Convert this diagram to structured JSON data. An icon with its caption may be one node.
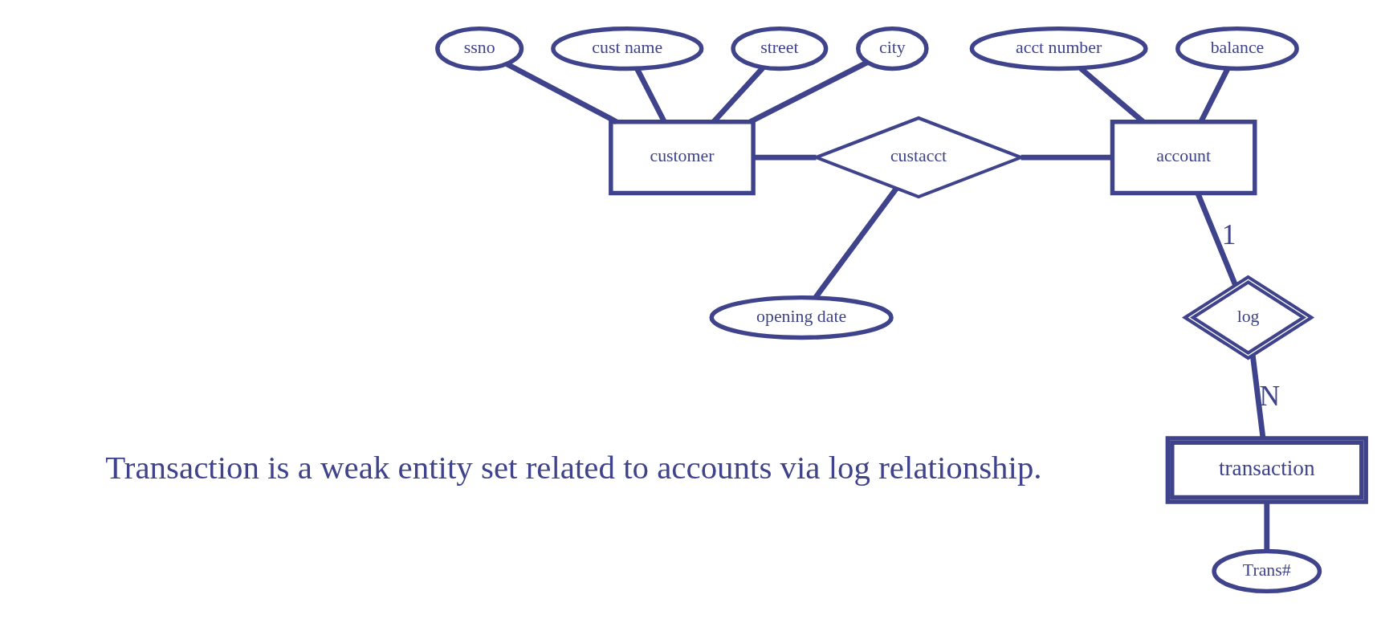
{
  "diagram": {
    "nodes": [
      {
        "text": [
          "ssno"
        ]
      },
      {
        "text": [
          "cust name"
        ]
      },
      {
        "text": [
          "street"
        ]
      },
      {
        "text": [
          "city"
        ]
      },
      {
        "text": [
          "acct number"
        ]
      },
      {
        "text": [
          "balance"
        ]
      },
      {
        "text": [
          "customer"
        ]
      },
      {
        "text": [
          "custacct"
        ]
      },
      {
        "text": [
          "account"
        ]
      },
      {
        "text": [
          "opening date"
        ]
      },
      {
        "text": [
          "log"
        ]
      },
      {
        "text": [
          "transaction"
        ]
      },
      {
        "text": [
          "Trans#"
        ]
      }
    ],
    "edges": [
      {
        "from": 0,
        "to": 6,
        "arrow": "none"
      },
      {
        "from": 1,
        "to": 6,
        "arrow": "none"
      },
      {
        "from": 2,
        "to": 6,
        "arrow": "none"
      },
      {
        "from": 3,
        "to": 6,
        "arrow": "none"
      },
      {
        "from": 6,
        "to": 7,
        "arrow": "none"
      },
      {
        "from": 7,
        "to": 8,
        "arrow": "none"
      },
      {
        "from": 7,
        "to": 9,
        "arrow": "none"
      },
      {
        "from": 4,
        "to": 8,
        "arrow": "none"
      },
      {
        "from": 5,
        "to": 8,
        "arrow": "none"
      },
      {
        "from": 8,
        "to": 10,
        "arrow": "none",
        "label": "1"
      },
      {
        "from": 10,
        "to": 11,
        "arrow": "none",
        "label": "N"
      },
      {
        "from": 11,
        "to": 12,
        "arrow": "none"
      }
    ],
    "labels": [
      "Transaction is a weak entity set related to accounts via log relationship."
    ]
  }
}
